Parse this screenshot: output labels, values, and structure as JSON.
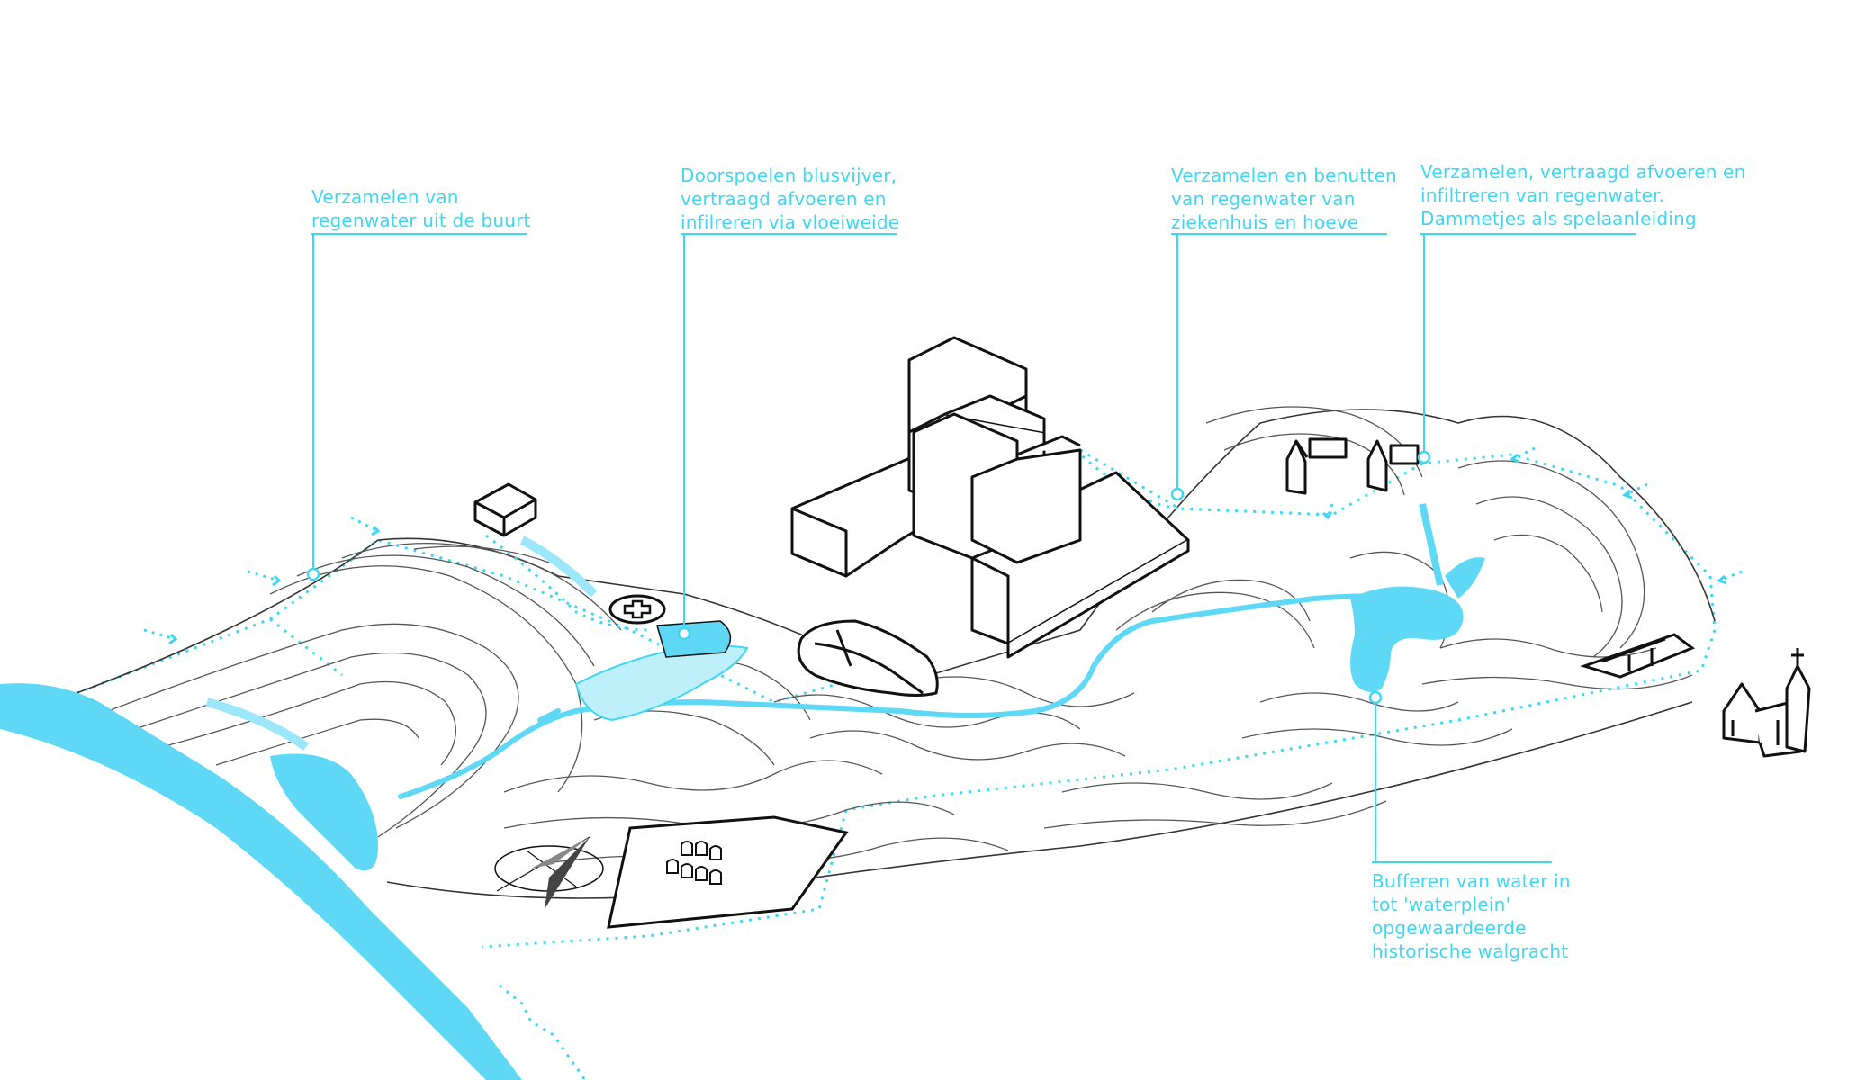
{
  "colors": {
    "water": "#5fd8f5",
    "water_light": "#9be6f8",
    "accent": "#3fd6f2",
    "ink": "#111111",
    "contour": "#555555",
    "background": "#ffffff"
  },
  "icons": [
    "hospital-cross-icon",
    "compass-icon",
    "church-icon",
    "farmhouse-icon",
    "flow-arrow-icon"
  ],
  "callouts": [
    {
      "id": "c1",
      "lines": [
        "Verzamelen van",
        "regenwater uit de buurt"
      ]
    },
    {
      "id": "c2",
      "lines": [
        "Doorspoelen blusvijver,",
        "vertraagd afvoeren en",
        "infilreren via vloeiweide"
      ]
    },
    {
      "id": "c3",
      "lines": [
        "Verzamelen en benutten",
        "van regenwater van",
        "ziekenhuis en hoeve"
      ]
    },
    {
      "id": "c4",
      "lines": [
        "Verzamelen, vertraagd afvoeren en",
        "infiltreren van regenwater.",
        "Dammetjes als spelaanleiding"
      ]
    },
    {
      "id": "c5",
      "lines": [
        "Bufferen van water in",
        "tot 'waterplein'",
        "opgewaardeerde",
        "historische walgracht"
      ]
    }
  ]
}
